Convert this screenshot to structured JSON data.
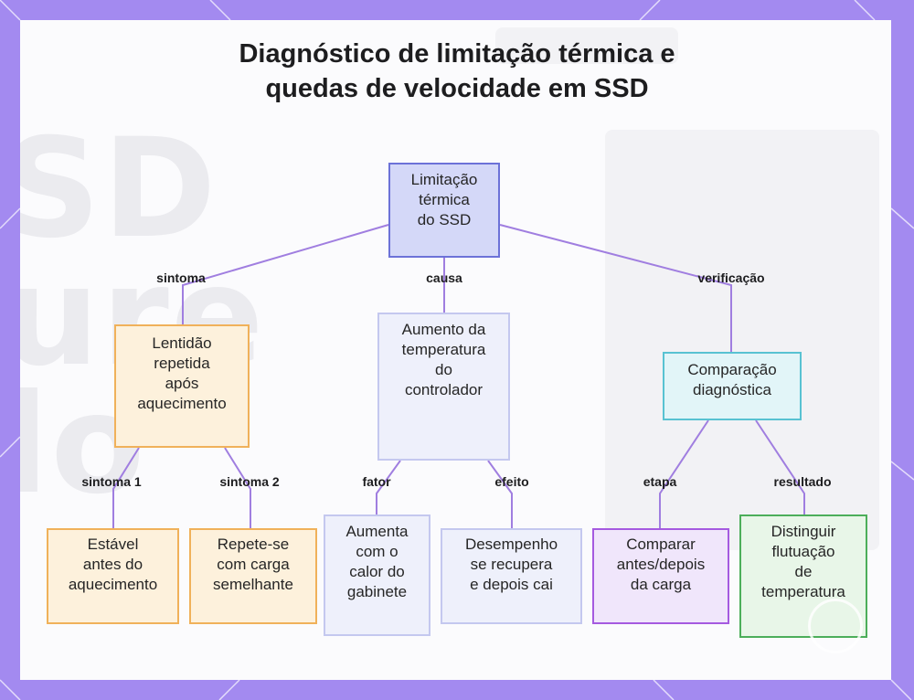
{
  "title": {
    "line1": "Diagnóstico de limitação térmica e",
    "line2": "quedas de velocidade em SSD"
  },
  "background_text": [
    "SD",
    "ure",
    "lo"
  ],
  "nodes": {
    "root": "Limitação\ntérmica\ndo SSD",
    "symptom": "Lentidão\nrepetida\napós\naquecimento",
    "cause": "Aumento da\ntemperatura\ndo\ncontrolador",
    "verify": "Comparação\ndiagnóstica",
    "s1": "Estável\nantes do\naquecimento",
    "s2": "Repete-se\ncom carga\nsemelhante",
    "c1": "Aumenta\ncom o\ncalor do\ngabinete",
    "c2": "Desempenho\nse recupera\ne depois cai",
    "v1": "Comparar\nantes/depois\nda carga",
    "v2": "Distinguir\nflutuação\nde\ntemperatura"
  },
  "edge_labels": {
    "sintoma": "sintoma",
    "causa": "causa",
    "verificacao": "verificação",
    "sintoma1": "sintoma 1",
    "sintoma2": "sintoma 2",
    "fator": "fator",
    "efeito": "efeito",
    "etapa": "etapa",
    "resultado": "resultado"
  },
  "colors": {
    "border": "#a38af0",
    "edge": "#a07ee0",
    "root_fill": "#d4d8f8",
    "root_border": "#6c72d8",
    "orange_fill": "#fdf1dc",
    "orange_border": "#f0b15a",
    "blue_fill": "#eef0fb",
    "blue_border": "#c4c8ef",
    "teal_fill": "#e2f5f8",
    "teal_border": "#58c2d2",
    "purple_fill": "#f0e6fb",
    "purple_border": "#a55ae0",
    "green_fill": "#e8f6e8",
    "green_border": "#4cae5a"
  }
}
